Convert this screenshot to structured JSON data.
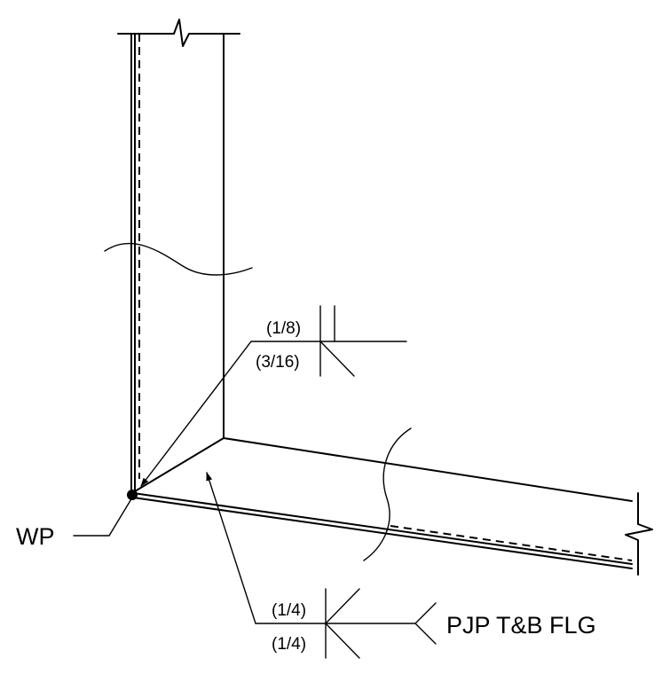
{
  "diagram": {
    "work_point_label": "WP",
    "upper_weld": {
      "arrow_side_size": "(1/8)",
      "other_side_size": "(3/16)"
    },
    "lower_weld": {
      "arrow_side_size": "(1/4)",
      "other_side_size": "(1/4)",
      "tail_note": "PJP T&B FLG"
    }
  }
}
